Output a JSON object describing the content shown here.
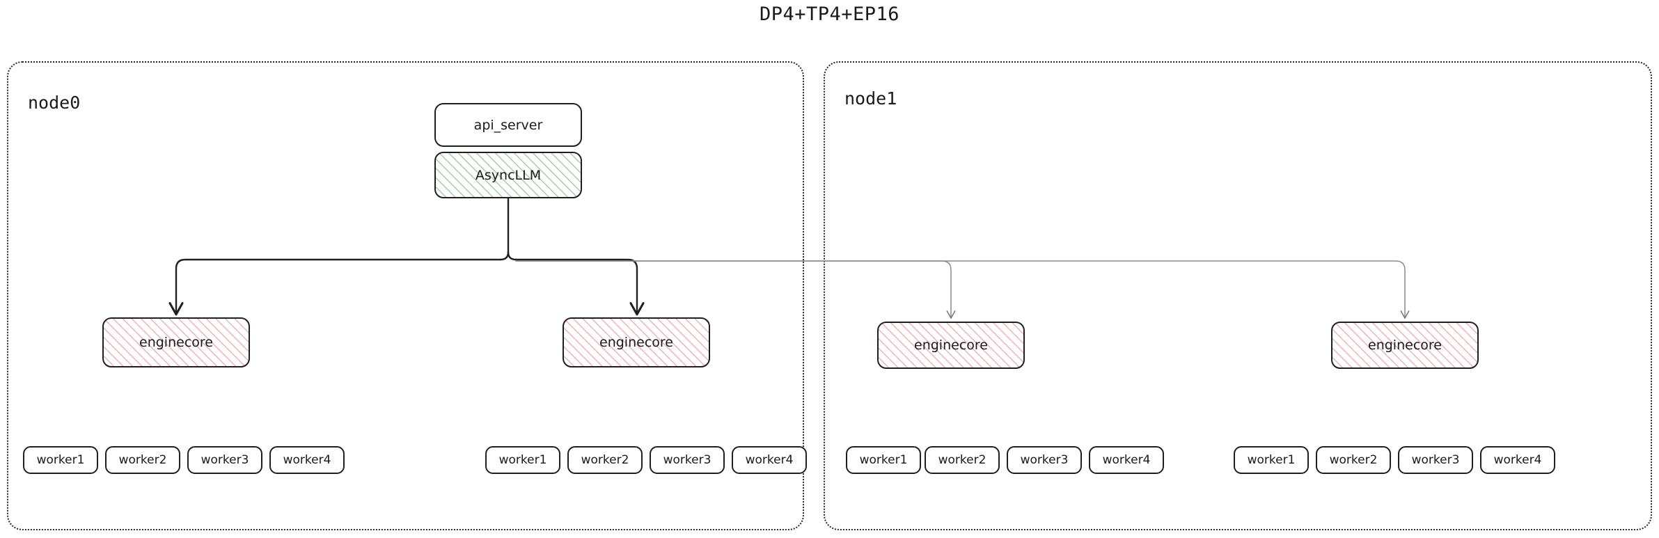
{
  "title": "DP4+TP4+EP16",
  "accents": {
    "async_hatch": "#4caf50",
    "engine_hatch": "#e05252",
    "stroke_strong": "#1f1f1f",
    "stroke_light": "#8a8a8a",
    "container_border": "#262626"
  },
  "nodes": [
    {
      "id": "node0",
      "label": "node0",
      "top_boxes": [
        {
          "id": "api_server",
          "label": "api_server",
          "style": "plain"
        },
        {
          "id": "async_llm",
          "label": "AsyncLLM",
          "style": "green-hatch"
        }
      ],
      "enginecores": [
        {
          "id": "node0-enginecore-0",
          "label": "enginecore"
        },
        {
          "id": "node0-enginecore-1",
          "label": "enginecore"
        }
      ],
      "worker_groups": [
        {
          "id": "node0-workers-0",
          "workers": [
            "worker1",
            "worker2",
            "worker3",
            "worker4"
          ]
        },
        {
          "id": "node0-workers-1",
          "workers": [
            "worker1",
            "worker2",
            "worker3",
            "worker4"
          ]
        }
      ]
    },
    {
      "id": "node1",
      "label": "node1",
      "top_boxes": [],
      "enginecores": [
        {
          "id": "node1-enginecore-0",
          "label": "enginecore"
        },
        {
          "id": "node1-enginecore-1",
          "label": "enginecore"
        }
      ],
      "worker_groups": [
        {
          "id": "node1-workers-0",
          "workers": [
            "worker1",
            "worker2",
            "worker3",
            "worker4"
          ]
        },
        {
          "id": "node1-workers-1",
          "workers": [
            "worker1",
            "worker2",
            "worker3",
            "worker4"
          ]
        }
      ]
    }
  ],
  "connections": [
    {
      "from": "async_llm",
      "to": "node0-enginecore-0",
      "emphasis": "strong"
    },
    {
      "from": "async_llm",
      "to": "node0-enginecore-1",
      "emphasis": "strong"
    },
    {
      "from": "async_llm",
      "to": "node1-enginecore-0",
      "emphasis": "light"
    },
    {
      "from": "async_llm",
      "to": "node1-enginecore-1",
      "emphasis": "light"
    }
  ]
}
